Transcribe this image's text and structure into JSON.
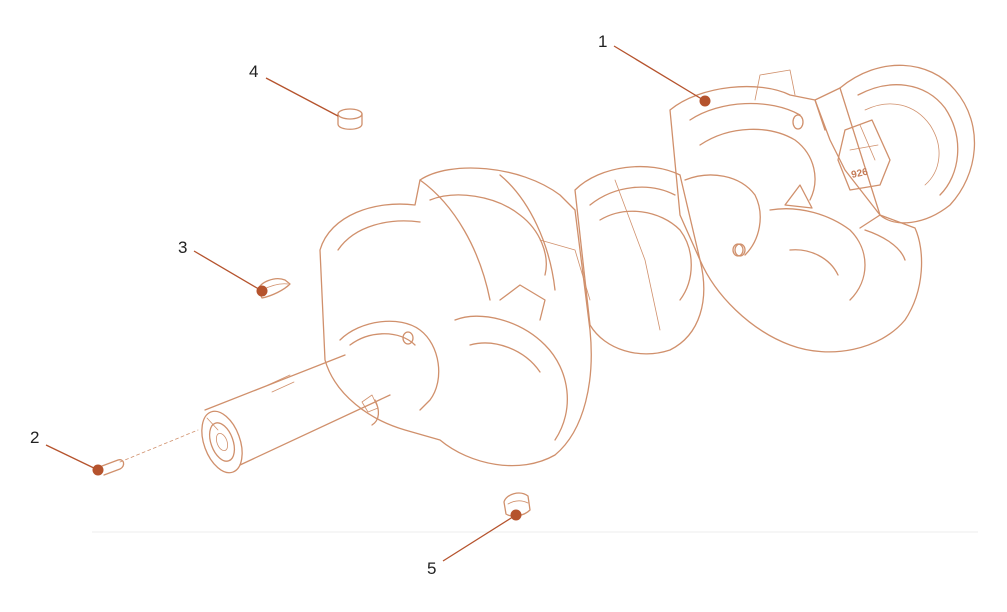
{
  "diagram": {
    "line_color": "#d0906c",
    "callout_color": "#b5532d",
    "text_color": "#222222",
    "part_marking": "926",
    "callouts": [
      {
        "number": "1",
        "part": "crankshaft"
      },
      {
        "number": "2",
        "part": "pin"
      },
      {
        "number": "3",
        "part": "woodruff-key"
      },
      {
        "number": "4",
        "part": "plug"
      },
      {
        "number": "5",
        "part": "key"
      }
    ]
  }
}
